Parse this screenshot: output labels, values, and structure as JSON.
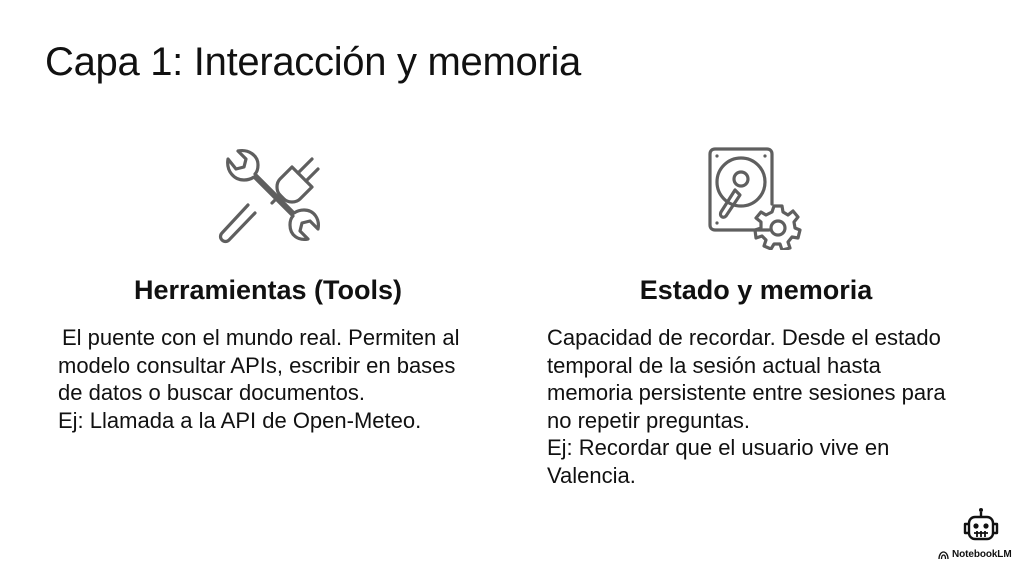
{
  "slide": {
    "title": "Capa 1: Interacción y memoria"
  },
  "columns": [
    {
      "icon": "wrench-plug-icon",
      "heading": "Herramientas (Tools)",
      "lines": [
        "El puente con el mundo real. Permiten al",
        "modelo consultar APIs, escribir en bases",
        "de datos o buscar documentos.",
        "Ej: Llamada a la API de Open-Meteo."
      ]
    },
    {
      "icon": "hard-disk-gear-icon",
      "heading": "Estado y memoria",
      "lines": [
        "Capacidad de recordar. Desde el estado",
        "temporal de la sesión actual hasta",
        "memoria persistente entre sesiones para",
        "no repetir preguntas.",
        "Ej: Recordar que el usuario vive en",
        "Valencia."
      ]
    }
  ],
  "branding": {
    "icon": "robot-icon",
    "label": "NotebookLM"
  },
  "colors": {
    "text": "#111111",
    "icon_stroke": "#5f5f5f",
    "background": "#ffffff"
  }
}
